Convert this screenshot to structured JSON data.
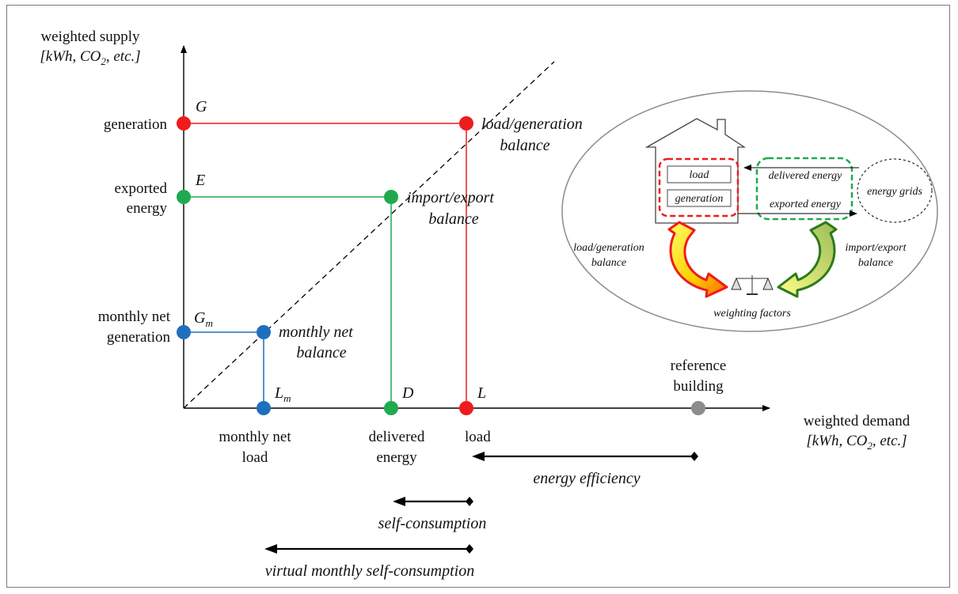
{
  "y_axis": {
    "label_line1": "weighted supply",
    "label_line2_pre": "[kWh, CO",
    "label_line2_sub": "2",
    "label_line2_post": ", etc.]"
  },
  "x_axis": {
    "label_line1": "weighted demand",
    "label_line2_pre": "[kWh, CO",
    "label_line2_sub": "2",
    "label_line2_post": ", etc.]"
  },
  "y_ticks": {
    "generation": "generation",
    "exported_1": "exported",
    "exported_2": "energy",
    "monthly_gen_1": "monthly net",
    "monthly_gen_2": "generation"
  },
  "x_ticks": {
    "monthly_load_1": "monthly net",
    "monthly_load_2": "load",
    "delivered_1": "delivered",
    "delivered_2": "energy",
    "load": "load",
    "reference_1": "reference",
    "reference_2": "building"
  },
  "points": {
    "G": "G",
    "E": "E",
    "Gm_main": "G",
    "Gm_sub": "m",
    "Lm_main": "L",
    "Lm_sub": "m",
    "D": "D",
    "L": "L"
  },
  "balances": {
    "load_gen_1": "load/generation",
    "load_gen_2": "balance",
    "import_export_1": "import/export",
    "import_export_2": "balance",
    "monthly_1": "monthly net",
    "monthly_2": "balance"
  },
  "ranges": {
    "energy_efficiency": "energy efficiency",
    "self_consumption": "self-consumption",
    "virtual_monthly": "virtual monthly self-consumption"
  },
  "inset": {
    "load": "load",
    "generation": "generation",
    "delivered": "delivered energy",
    "exported": "exported energy",
    "grids": "energy grids",
    "left_balance_1": "load/generation",
    "left_balance_2": "balance",
    "right_balance_1": "import/export",
    "right_balance_2": "balance",
    "weighting": "weighting factors"
  },
  "colors": {
    "red": "#ee1c1c",
    "green": "#1faa4f",
    "blue": "#1f6fbf",
    "gray": "#8c8c8c"
  }
}
